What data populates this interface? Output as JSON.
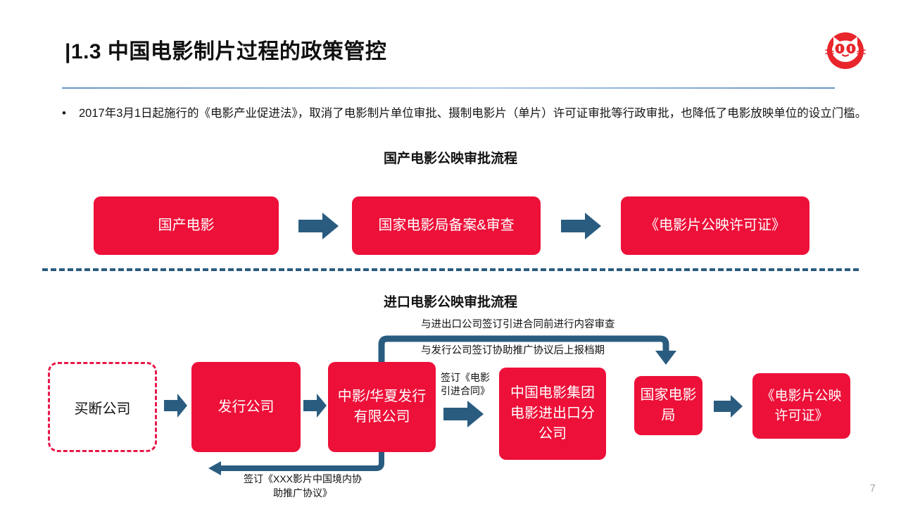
{
  "slide": {
    "title": "|1.3 中国电影制片过程的政策管控",
    "page_number": "7",
    "logo_name": "maoyan-cat-logo",
    "accent_red": "#ED1039",
    "accent_blue": "#2A5C80",
    "rule_blue": "#4F81BD"
  },
  "bullet": {
    "marker": "•",
    "text": "2017年3月1日起施行的《电影产业促进法》，取消了电影制片单位审批、摄制电影片（单片）许可证审批等行政审批，也降低了电影放映单位的设立门槛。"
  },
  "domestic_flow": {
    "heading": "国产电影公映审批流程",
    "steps": [
      {
        "label": "国产电影"
      },
      {
        "label": "国家电影局备案&审查"
      },
      {
        "label": "《电影片公映许可证》"
      }
    ]
  },
  "import_flow": {
    "heading": "进口电影公映审批流程",
    "steps": [
      {
        "label": "买断公司",
        "style": "dashed-outline"
      },
      {
        "label": "发行公司",
        "style": "solid-red"
      },
      {
        "label": "中影/华夏发行有限公司",
        "style": "solid-red"
      },
      {
        "label": "中国电影集团电影进出口分公司",
        "style": "solid-red"
      },
      {
        "label": "国家电影局",
        "style": "solid-red"
      },
      {
        "label": "《电影片公映许可证》",
        "style": "solid-red"
      }
    ],
    "connector_labels": {
      "content_review": "与进出口公司签订引进合同前进行内容审查",
      "schedule_report": "与发行公司签订协助推广协议后上报档期",
      "import_contract": "签订《电影引进合同》",
      "promo_agreement": "签订《XXX影片中国境内协助推广协议》"
    }
  }
}
